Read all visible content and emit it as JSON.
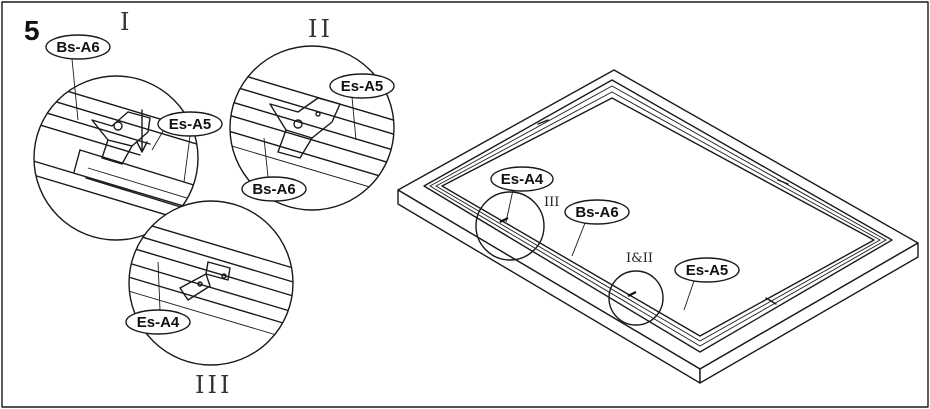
{
  "step": {
    "number": "5"
  },
  "detail_labels": {
    "detail_1": "I",
    "detail_2": "II",
    "detail_3": "III"
  },
  "frame_labels": {
    "callout_3": "III",
    "callout_1_2": "I&II"
  },
  "parts": {
    "bs_a6": "Bs-A6",
    "es_a5": "Es-A5",
    "es_a4": "Es-A4"
  }
}
